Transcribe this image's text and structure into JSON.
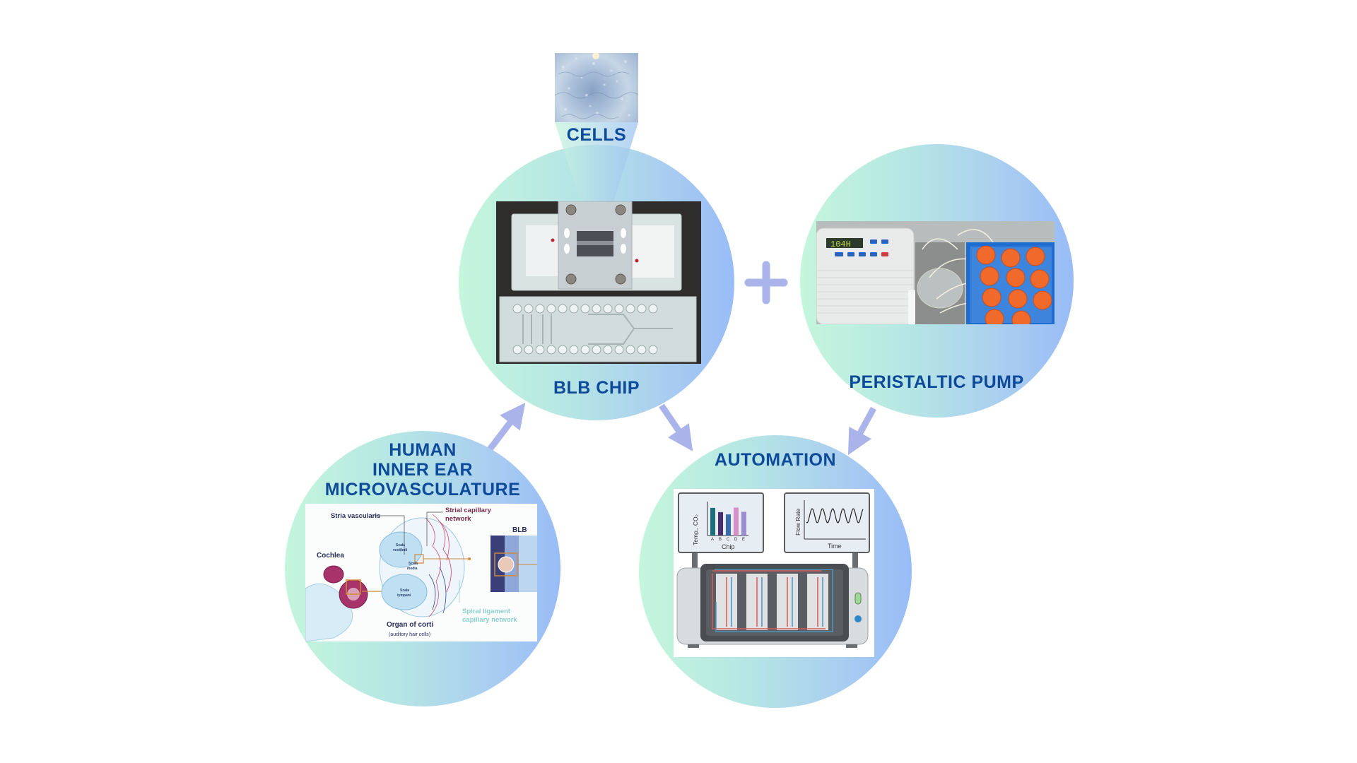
{
  "diagram": {
    "nodes": {
      "cells": {
        "label": "CELLS"
      },
      "blb_chip": {
        "label": "BLB CHIP"
      },
      "pump": {
        "label": "PERISTALTIC PUMP",
        "display_reading": "104H"
      },
      "inner_ear": {
        "label_lines": [
          "HUMAN",
          "INNER EAR",
          "MICROVASCULATURE"
        ],
        "figure": {
          "stria": "Stria vascularis",
          "strial_net_1": "Strial capillary",
          "strial_net_2": "network",
          "blb": "BLB",
          "cochlea": "Cochlea",
          "scala_vestibuli_1": "Scala",
          "scala_vestibuli_2": "vestibuli",
          "scala_media_1": "Scala",
          "scala_media_2": "media",
          "scala_tympani_1": "Scala",
          "scala_tympani_2": "tympani",
          "spiral_1": "Spiral ligament",
          "spiral_2": "capillary network",
          "organ": "Organ of corti",
          "organ_sub": "(auditory hair cells)"
        }
      },
      "automation": {
        "label": "AUTOMATION",
        "monitor_left": {
          "ylabel": "Temp., CO₂",
          "xlabel": "Chip",
          "categories": [
            "A",
            "B",
            "C",
            "D",
            "E"
          ],
          "values": [
            0.85,
            0.72,
            0.65,
            0.86,
            0.73
          ],
          "colors": [
            "#1f6f7a",
            "#4a2f6e",
            "#3a6aa8",
            "#d690c8",
            "#9a8ed0"
          ]
        },
        "monitor_right": {
          "ylabel": "Flow Rate",
          "xlabel": "Time"
        }
      }
    },
    "connector_symbol": "+",
    "colors": {
      "title_text": "#0d4a9a",
      "arrow": "#aab4ea",
      "circle_left": "#c4f6dc",
      "circle_right": "#98bcf6"
    }
  }
}
